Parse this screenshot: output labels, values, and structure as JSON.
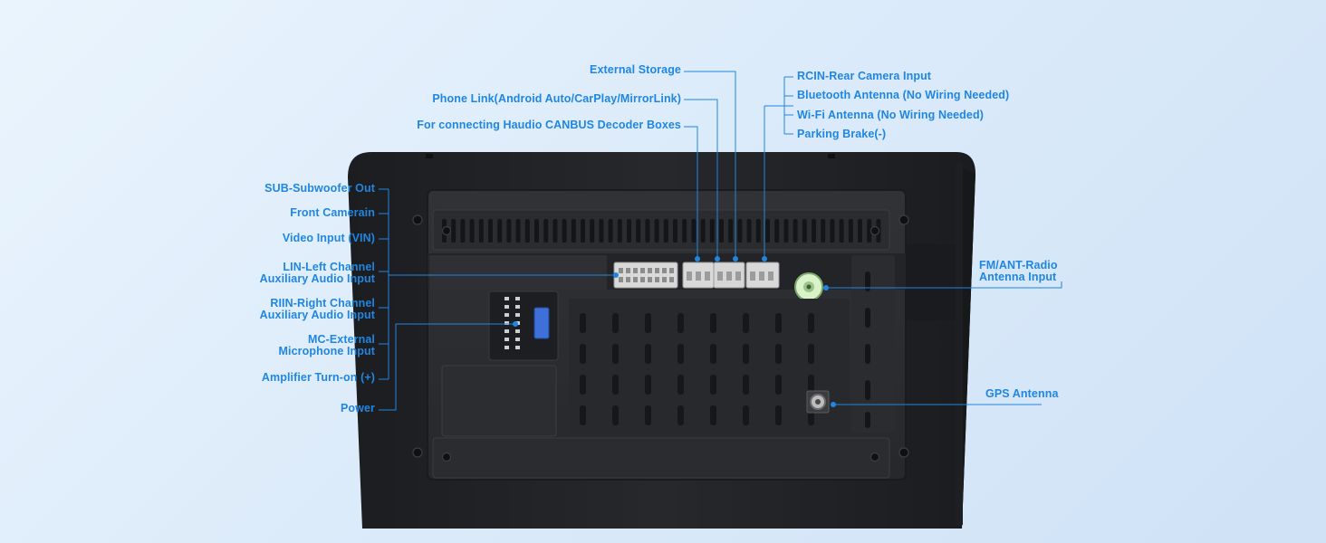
{
  "labels": {
    "top": {
      "external_storage": "External Storage",
      "phone_link": "Phone Link(Android Auto/CarPlay/MirrorLink)",
      "canbus": "For connecting Haudio CANBUS Decoder Boxes",
      "rcin": "RCIN-Rear Camera Input",
      "bluetooth": "Bluetooth Antenna (No Wiring Needed)",
      "wifi": "Wi-Fi Antenna (No Wiring Needed)",
      "parking_brake": "Parking Brake(-)"
    },
    "left": {
      "subwoofer": "SUB-Subwoofer Out",
      "front_camera": "Front Camerain",
      "video_input": "Video Input (VIN)",
      "lin_line1": "LIN-Left Channel",
      "lin_line2": "Auxiliary Audio Input",
      "riin_line1": "RIIN-Right Channel",
      "riin_line2": "Auxiliary Audio Input",
      "mc_line1": "MC-External",
      "mc_line2": "Microphone Input",
      "amplifier": "Amplifier Turn-on (+)",
      "power": "Power"
    },
    "right": {
      "fm_line1": "FM/ANT-Radio",
      "fm_line2": "Antenna Input",
      "gps": "GPS Antenna"
    }
  },
  "colors": {
    "accent": "#1f86e2",
    "device_body": "#222427",
    "device_panel": "#2d2f33",
    "connector": "#d9d9d9",
    "radio_jack": "#d9f2c8",
    "blue_fuse": "#3f6fd8"
  }
}
